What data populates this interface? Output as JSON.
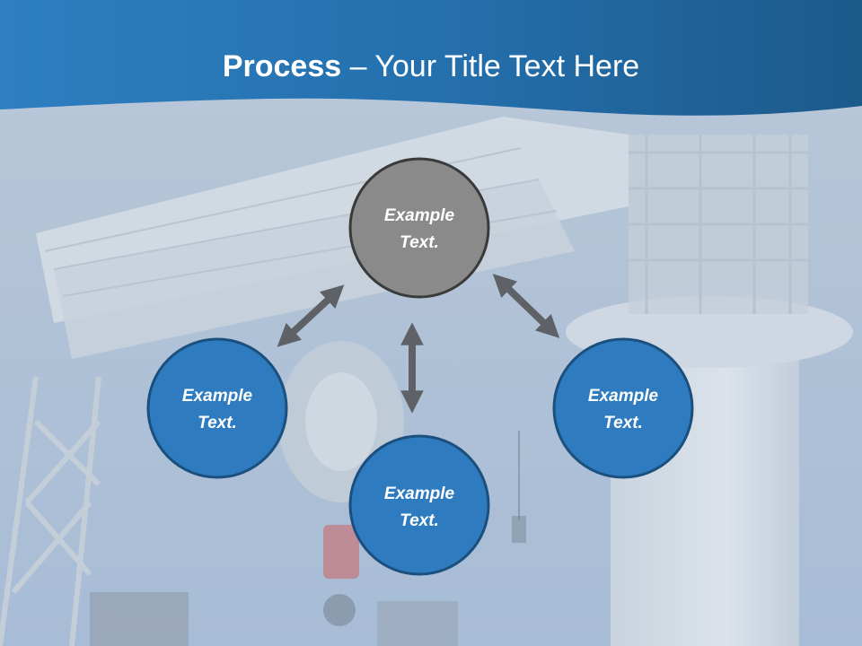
{
  "title": {
    "bold": "Process",
    "separator": " – ",
    "rest": "Your Title Text Here"
  },
  "colors": {
    "header_dark": "#1c5a8a",
    "header_light": "#2f7fbf",
    "node_blue": "#2e7cbf",
    "node_blue_border": "#1b4f7d",
    "node_gray": "#8a8a8a",
    "node_gray_border": "#3a3a3a",
    "arrow": "#5e6266"
  },
  "nodes": {
    "top": {
      "line1": "Example",
      "line2": "Text."
    },
    "left": {
      "line1": "Example",
      "line2": "Text."
    },
    "right": {
      "line1": "Example",
      "line2": "Text."
    },
    "bottom": {
      "line1": "Example",
      "line2": "Text."
    }
  }
}
